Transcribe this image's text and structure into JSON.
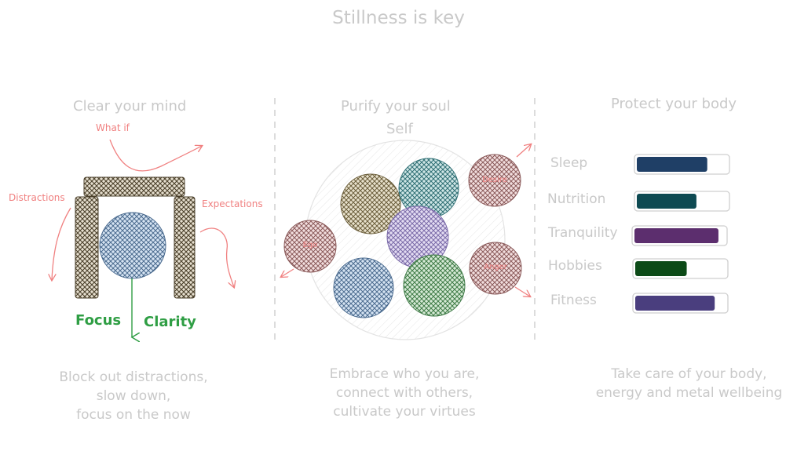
{
  "title": "Stillness is key",
  "sections": {
    "mind": {
      "heading": "Clear your mind",
      "labels": {
        "what_if": "What if",
        "distractions": "Distractions",
        "expectations": "Expectations"
      },
      "focus": "Focus",
      "clarity": "Clarity",
      "description": [
        "Block out distractions,",
        "slow down,",
        "focus on the now"
      ]
    },
    "soul": {
      "heading": "Purify your soul",
      "self_label": "Self",
      "bubbles": {
        "desire": "Desire",
        "ego": "Ego",
        "anger": "Anger"
      },
      "description": [
        "Embrace who you are,",
        "connect with others,",
        "cultivate your virtues"
      ]
    },
    "body": {
      "heading": "Protect your body",
      "bars": [
        {
          "label": "Sleep",
          "level": 0.78,
          "color": "#1f3f66"
        },
        {
          "label": "Nutrition",
          "level": 0.66,
          "color": "#0e4a52"
        },
        {
          "label": "Tranquility",
          "level": 0.93,
          "color": "#5c2e6e"
        },
        {
          "label": "Hobbies",
          "level": 0.57,
          "color": "#0c4a17"
        },
        {
          "label": "Fitness",
          "level": 0.88,
          "color": "#4a3e7e"
        }
      ],
      "description": [
        "Take care of your body,",
        "energy and metal wellbeing"
      ]
    }
  },
  "colors": {
    "accent_red": "#f08080",
    "accent_green": "#2f9e44",
    "text_grey": "#c9c9c9"
  }
}
